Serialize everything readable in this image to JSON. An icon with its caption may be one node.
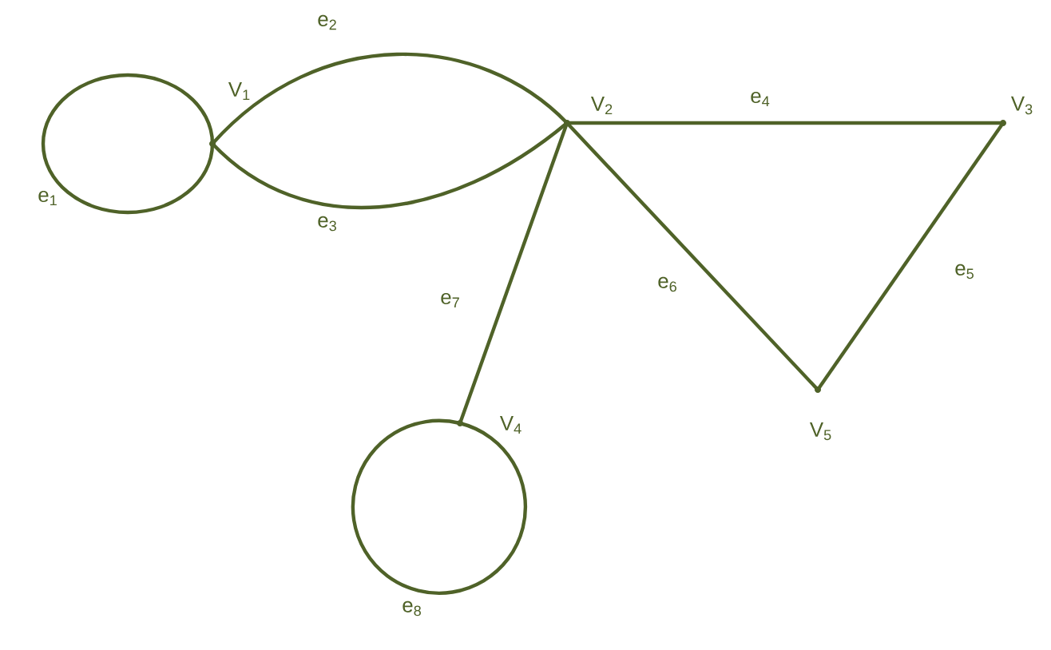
{
  "diagram": {
    "nodes": [
      {
        "text": [],
        "shape": "point",
        "beside": [
          "V$_{1}$"
        ]
      },
      {
        "text": [],
        "shape": "point",
        "beside": [
          "V$_{2}$"
        ]
      },
      {
        "text": [],
        "shape": "point",
        "beside": [
          "V$_{3}$"
        ]
      },
      {
        "text": [],
        "shape": "point",
        "beside": [
          "V$_{4}$"
        ]
      },
      {
        "text": [],
        "shape": "point",
        "beside": [
          "V$_{5}$"
        ]
      }
    ],
    "edges": [
      {
        "from": 0,
        "to": 0,
        "arrow": "none",
        "label": "e$_{1}$"
      },
      {
        "from": 0,
        "to": 1,
        "arrow": "none",
        "label": "e$_{2}$"
      },
      {
        "from": 0,
        "to": 1,
        "arrow": "none",
        "label": "e$_{3}$"
      },
      {
        "from": 1,
        "to": 2,
        "arrow": "none",
        "label": "e$_{4}$"
      },
      {
        "from": 2,
        "to": 4,
        "arrow": "none",
        "label": "e$_{5}$"
      },
      {
        "from": 1,
        "to": 4,
        "arrow": "none",
        "label": "e$_{6}$"
      },
      {
        "from": 1,
        "to": 3,
        "arrow": "none",
        "label": "e$_{7}$"
      },
      {
        "from": 3,
        "to": 3,
        "arrow": "none",
        "label": "e$_{8}$"
      }
    ]
  }
}
